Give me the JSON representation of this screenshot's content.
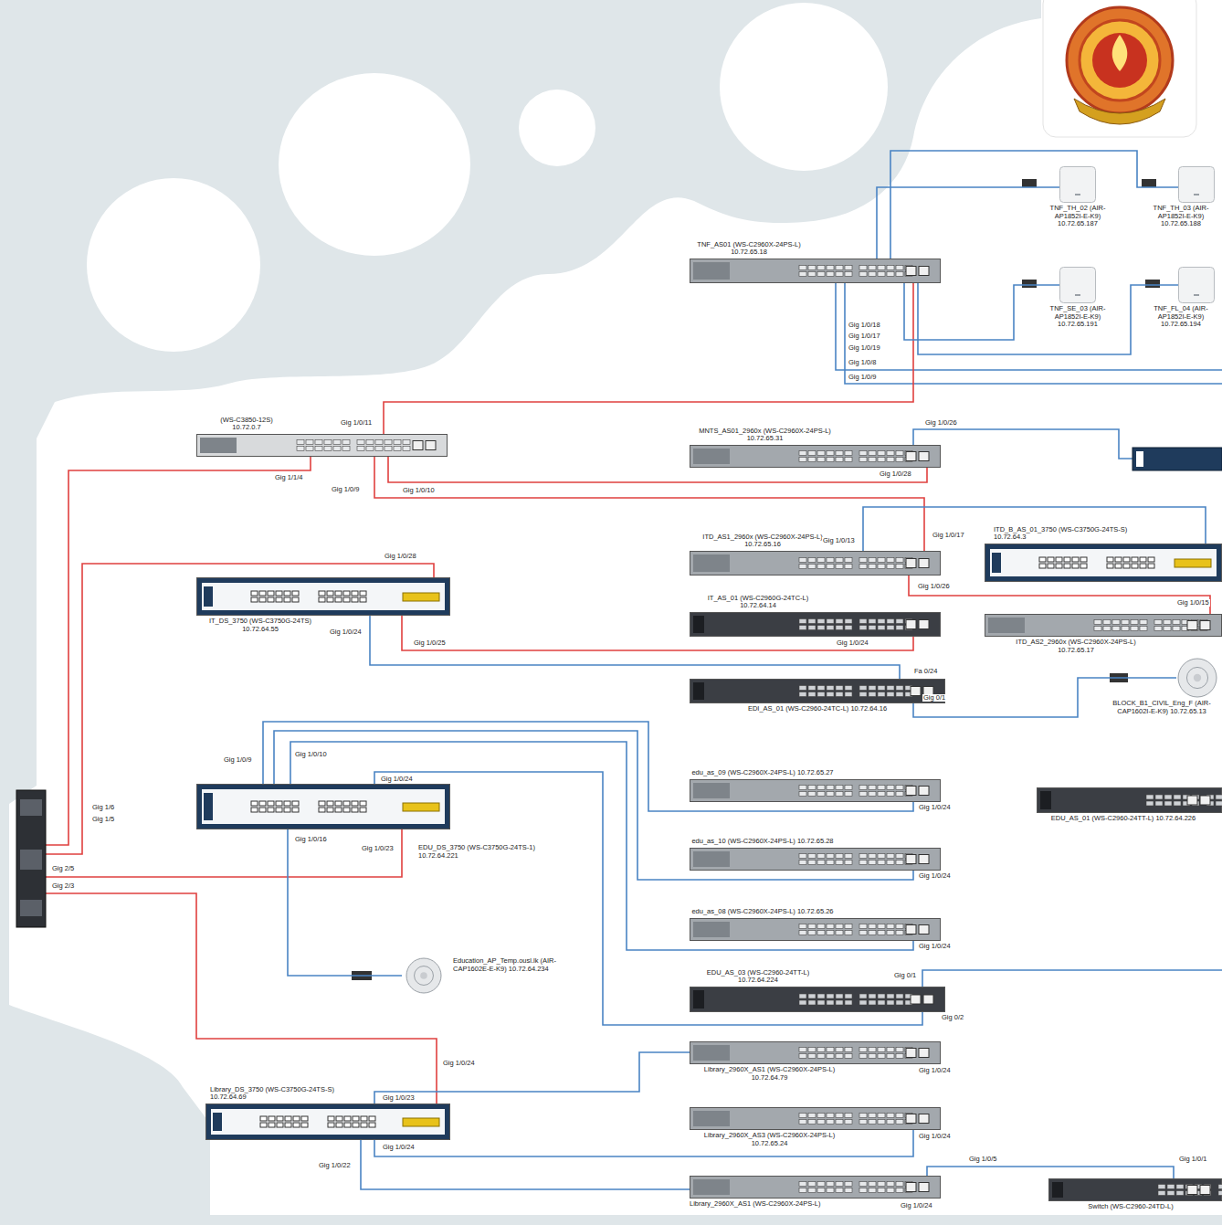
{
  "diagram": {
    "nodes": [
      {
        "text": [
          "(WS-C3850-12S) 10.72.0.7"
        ]
      },
      {
        "text": [
          "TNF_AS01 (WS-C2960X-24PS-L) 10.72.65.18"
        ]
      },
      {
        "text": [
          "MNTS_AS01_2960x (WS-C2960X-24PS-L) 10.72.65.31"
        ]
      },
      {
        "text": [
          "ITD_AS1_2960x (WS-C2960X-24PS-L) 10.72.65.16"
        ]
      },
      {
        "text": [
          "IT_AS_01 (WS-C2960G-24TC-L) 10.72.64.14"
        ]
      },
      {
        "text": [
          "EDI_AS_01 (WS-C2960-24TC-L) 10.72.64.16"
        ]
      },
      {
        "text": [
          "IT_DS_3750 (WS-C3750G-24TS) 10.72.64.55"
        ]
      },
      {
        "text": [
          "EDU_DS_3750 (WS-C3750G-24TS-1) 10.72.64.221"
        ]
      },
      {
        "text": [
          "edu_as_09 (WS-C2960X-24PS-L) 10.72.65.27"
        ]
      },
      {
        "text": [
          "edu_as_10 (WS-C2960X-24PS-L) 10.72.65.28"
        ]
      },
      {
        "text": [
          "edu_as_08 (WS-C2960X-24PS-L) 10.72.65.26"
        ]
      },
      {
        "text": [
          "EDU_AS_03 (WS-C2960-24TT-L) 10.72.64.224"
        ]
      },
      {
        "text": [
          "Library_2960X_AS1 (WS-C2960X-24PS-L) 10.72.64.79"
        ]
      },
      {
        "text": [
          "Library_2960X_AS3 (WS-C2960X-24PS-L) 10.72.65.24"
        ]
      },
      {
        "text": [
          "Library_2960X_AS1 (WS-C2960X-24PS-L)"
        ]
      },
      {
        "text": [
          "Library_DS_3750 (WS-C3750G-24TS-S) 10.72.64.69"
        ]
      },
      {
        "text": [
          "Education_AP_Temp.ousl.lk (AIR-CAP1602E-E-K9) 10.72.64.234"
        ]
      },
      {
        "text": [
          "ITD_B_AS_01_3750 (WS-C3750G-24TS-S) 10.72.64.3"
        ]
      },
      {
        "text": [
          "ITD_AS2_2960x (WS-C2960X-24PS-L) 10.72.65.17"
        ]
      },
      {
        "text": [
          "BLOCK_B1_CIVIL_Eng_F (AIR-CAP1602I-E-K9) 10.72.65.13"
        ]
      },
      {
        "text": [
          "EDU_AS_01 (WS-C2960-24TT-L) 10.72.64.226"
        ]
      },
      {
        "text": [
          "Switch (WS-C2960-24TD-L)"
        ]
      },
      {
        "text": [
          "TNF_TH_02 (AIR-AP1852I-E-K9) 10.72.65.187"
        ]
      },
      {
        "text": [
          "TNF_TH_03 (AIR-AP1852I-E-K9) 10.72.65.188"
        ]
      },
      {
        "text": [
          "TNF_SE_03 (AIR-AP1852I-E-K9) 10.72.65.191"
        ]
      },
      {
        "text": [
          "TNF_FL_04 (AIR-AP1852I-E-K9) 10.72.65.194"
        ]
      }
    ],
    "edges": [
      {
        "from": 0,
        "to": 1,
        "arrow": "none"
      },
      {
        "from": 0,
        "to": 2,
        "arrow": "none"
      },
      {
        "from": 0,
        "to": 3,
        "arrow": "none"
      },
      {
        "from": 3,
        "to": 17,
        "arrow": "none"
      },
      {
        "from": 3,
        "to": 18,
        "arrow": "none"
      },
      {
        "from": 6,
        "to": 4,
        "arrow": "none"
      },
      {
        "from": 6,
        "to": 5,
        "arrow": "none"
      },
      {
        "from": 5,
        "to": 19,
        "arrow": "none"
      },
      {
        "from": 7,
        "to": 8,
        "arrow": "none"
      },
      {
        "from": 7,
        "to": 9,
        "arrow": "none"
      },
      {
        "from": 7,
        "to": 10,
        "arrow": "none"
      },
      {
        "from": 7,
        "to": 11,
        "arrow": "none"
      },
      {
        "from": 7,
        "to": 16,
        "arrow": "none"
      },
      {
        "from": 15,
        "to": 12,
        "arrow": "none"
      },
      {
        "from": 15,
        "to": 13,
        "arrow": "none"
      },
      {
        "from": 15,
        "to": 14,
        "arrow": "none"
      },
      {
        "from": 14,
        "to": 21,
        "arrow": "none"
      },
      {
        "from": 1,
        "to": 22,
        "arrow": "none"
      },
      {
        "from": 1,
        "to": 23,
        "arrow": "none"
      },
      {
        "from": 1,
        "to": 24,
        "arrow": "none"
      },
      {
        "from": 1,
        "to": 25,
        "arrow": "none"
      }
    ],
    "labels": [
      "Gig 1/0/11",
      "Gig 1/1/4",
      "Gig 1/0/9",
      "Gig 1/0/10",
      "Gig 1/0/26",
      "Gig 1/0/28",
      "Gig 1/0/13",
      "Gig 1/0/17",
      "Gig 1/0/26",
      "Gig 1/0/15",
      "Gig 1/0/28",
      "Gig 1/0/25",
      "Gig 1/0/24",
      "Gig 1/0/24",
      "Fa 0/24",
      "Gig 0/1",
      "Gig 1/0/9",
      "Gig 1/0/10",
      "Gig 1/0/24",
      "Gig 1/0/16",
      "Gig 1/0/23",
      "Gig 1/0/24",
      "Gig 1/0/24",
      "Gig 1/0/24",
      "Gig 0/1",
      "Gig 0/2",
      "Gig 1/0/24",
      "Gig 1/0/24",
      "Gig 1/0/24",
      "Gig 1/0/23",
      "Gig 1/0/24",
      "Gig 1/0/22",
      "Gig 1/0/24",
      "Gig 1/0/1",
      "Gig 1/0/5",
      "Gig 1/0/18",
      "Gig 1/0/17",
      "Gig 1/0/19",
      "Gig 1/0/8",
      "Gig 1/0/9",
      "Gig 1/6",
      "Gig 1/5",
      "Gig 2/5",
      "Gig 2/3"
    ]
  }
}
